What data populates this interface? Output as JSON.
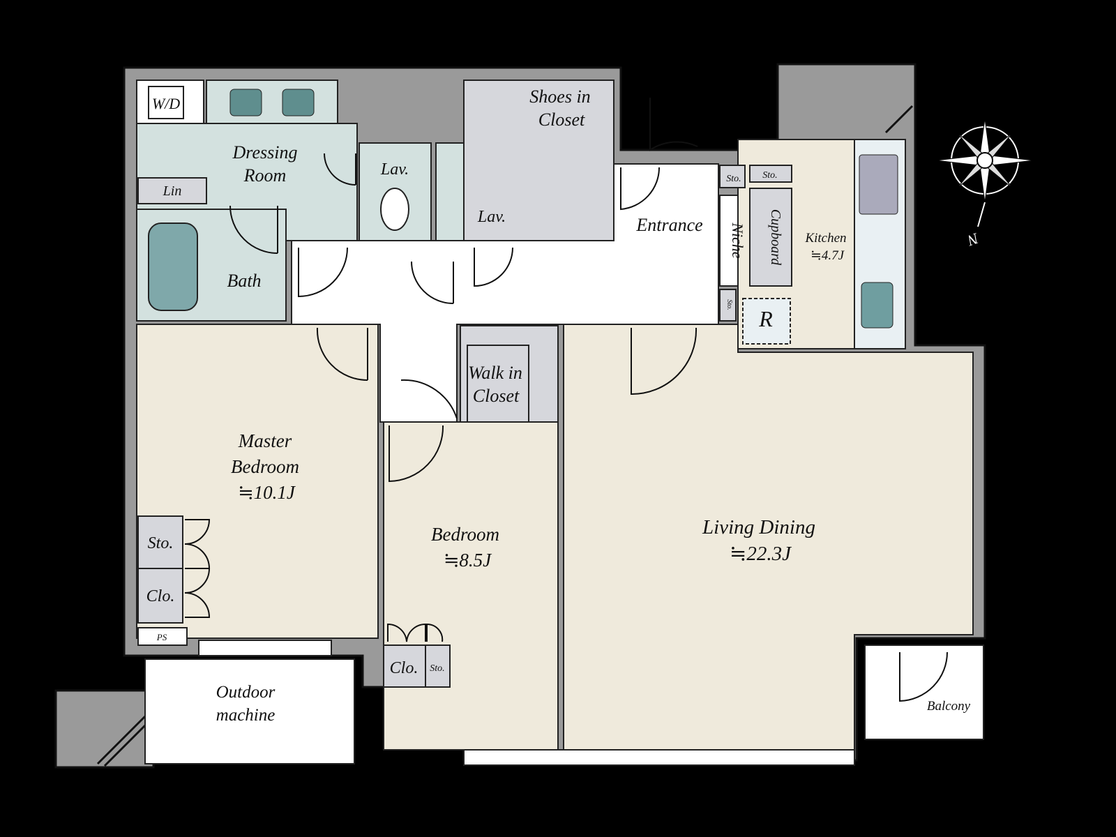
{
  "colors": {
    "background": "#000000",
    "wall": "#9a9a9a",
    "living_room_fill": "#efeadc",
    "wet_area_fill": "#d3e1df",
    "storage_fill": "#d6d7dc",
    "corridor_fill": "#ffffff"
  },
  "compass": {
    "north_label": "N"
  },
  "rooms": {
    "wd": "W/D",
    "dressing_line1": "Dressing",
    "dressing_line2": "Room",
    "lin": "Lin",
    "bath": "Bath",
    "lav1": "Lav.",
    "lav2": "Lav.",
    "shoes_line1": "Shoes in",
    "shoes_line2": "Closet",
    "entrance": "Entrance",
    "niche": "Niche",
    "cupboard": "Cupboard",
    "sto_top_left": "Sto.",
    "sto_top_right": "Sto.",
    "sto_small": "Sto.",
    "fridge": "R",
    "kitchen": "Kitchen",
    "kitchen_size": "≒4.7J",
    "walkin_line1": "Walk in",
    "walkin_line2": "Closet",
    "master_line1": "Master",
    "master_line2": "Bedroom",
    "master_size": "≒10.1J",
    "master_sto": "Sto.",
    "master_clo": "Clo.",
    "ps": "PS",
    "bedroom": "Bedroom",
    "bedroom_size": "≒8.5J",
    "bedroom_clo": "Clo.",
    "bedroom_sto": "Sto.",
    "living": "Living Dining",
    "living_size": "≒22.3J",
    "outdoor_line1": "Outdoor",
    "outdoor_line2": "machine",
    "balcony": "Balcony"
  }
}
